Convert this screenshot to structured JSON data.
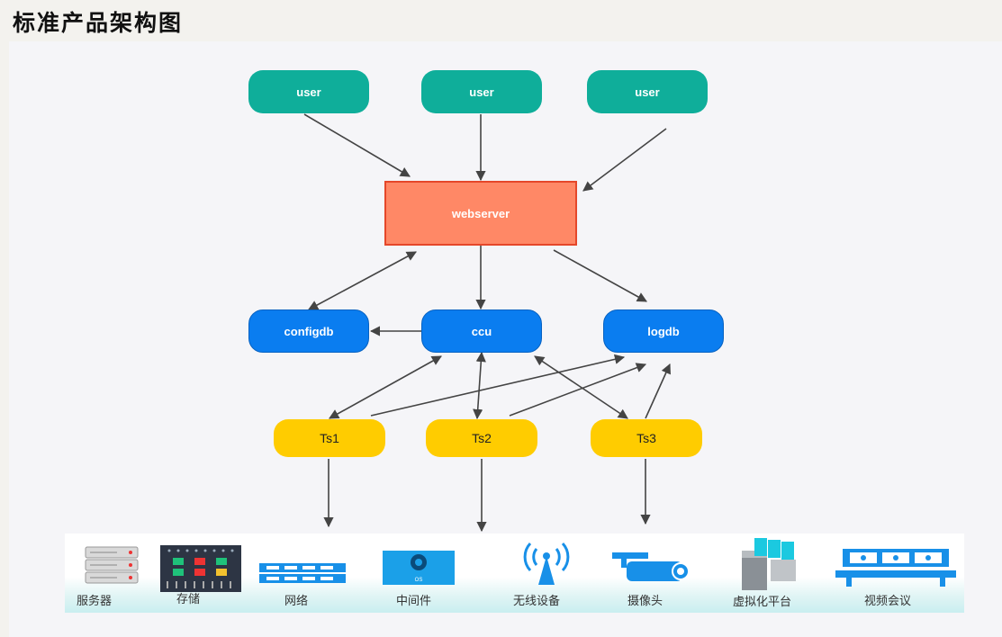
{
  "title": "标准产品架构图",
  "nodes": {
    "user1": "user",
    "user2": "user",
    "user3": "user",
    "webserver": "webserver",
    "configdb": "configdb",
    "ccu": "ccu",
    "logdb": "logdb",
    "ts1": "Ts1",
    "ts2": "Ts2",
    "ts3": "Ts3"
  },
  "infra": [
    {
      "label": "服务器",
      "icon": "server-icon"
    },
    {
      "label": "存储",
      "icon": "storage-icon"
    },
    {
      "label": "网络",
      "icon": "network-icon"
    },
    {
      "label": "中间件",
      "icon": "middleware-icon"
    },
    {
      "label": "无线设备",
      "icon": "wireless-icon"
    },
    {
      "label": "摄像头",
      "icon": "camera-icon"
    },
    {
      "label": "虚拟化平台",
      "icon": "virtualization-icon"
    },
    {
      "label": "视频会议",
      "icon": "video-conference-icon"
    }
  ],
  "colors": {
    "user": "#0fae9a",
    "webserver": "#ff8866",
    "db": "#0a7df0",
    "ts": "#ffcc00",
    "arrow": "#444444"
  }
}
